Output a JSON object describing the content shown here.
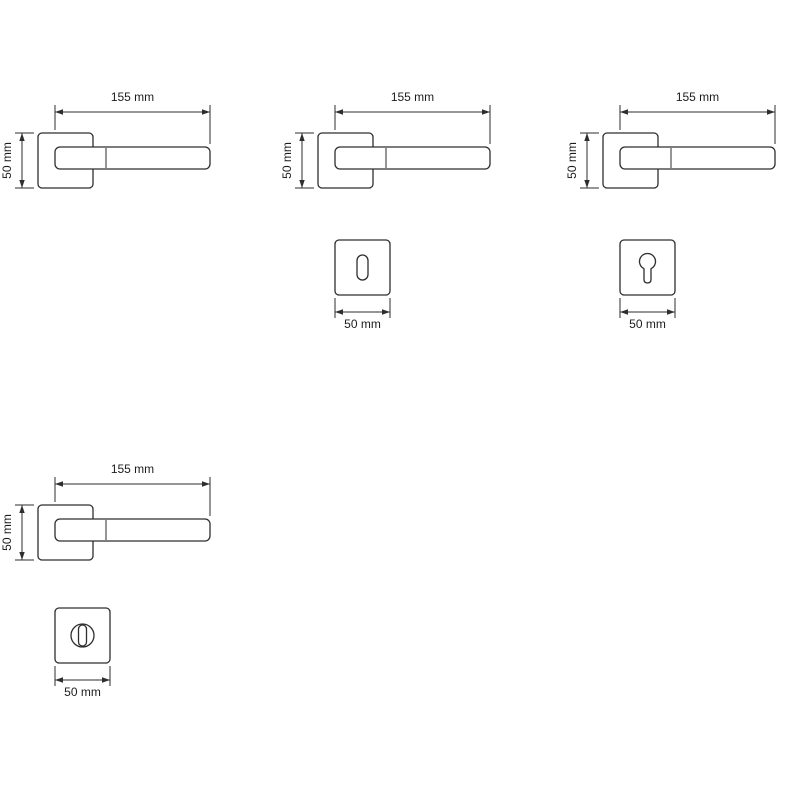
{
  "drawing": {
    "colors": {
      "line": "#2e2e2e",
      "text": "#1c1c1c",
      "background": "#ffffff"
    },
    "figures": {
      "handle_top_left": {
        "length_label": "155 mm",
        "rosette_label": "50 mm"
      },
      "handle_top_center": {
        "length_label": "155 mm",
        "rosette_label": "50 mm"
      },
      "handle_top_right": {
        "length_label": "155 mm",
        "rosette_label": "50 mm"
      },
      "handle_bottom_left": {
        "length_label": "155 mm",
        "rosette_label": "50 mm"
      },
      "plate_keyhole": {
        "icon": "keyhole-icon",
        "width_label": "50 mm"
      },
      "plate_cylinder": {
        "icon": "euro-cylinder-icon",
        "width_label": "50 mm"
      },
      "plate_wc": {
        "icon": "wc-turn-icon",
        "width_label": "50 mm"
      }
    }
  }
}
